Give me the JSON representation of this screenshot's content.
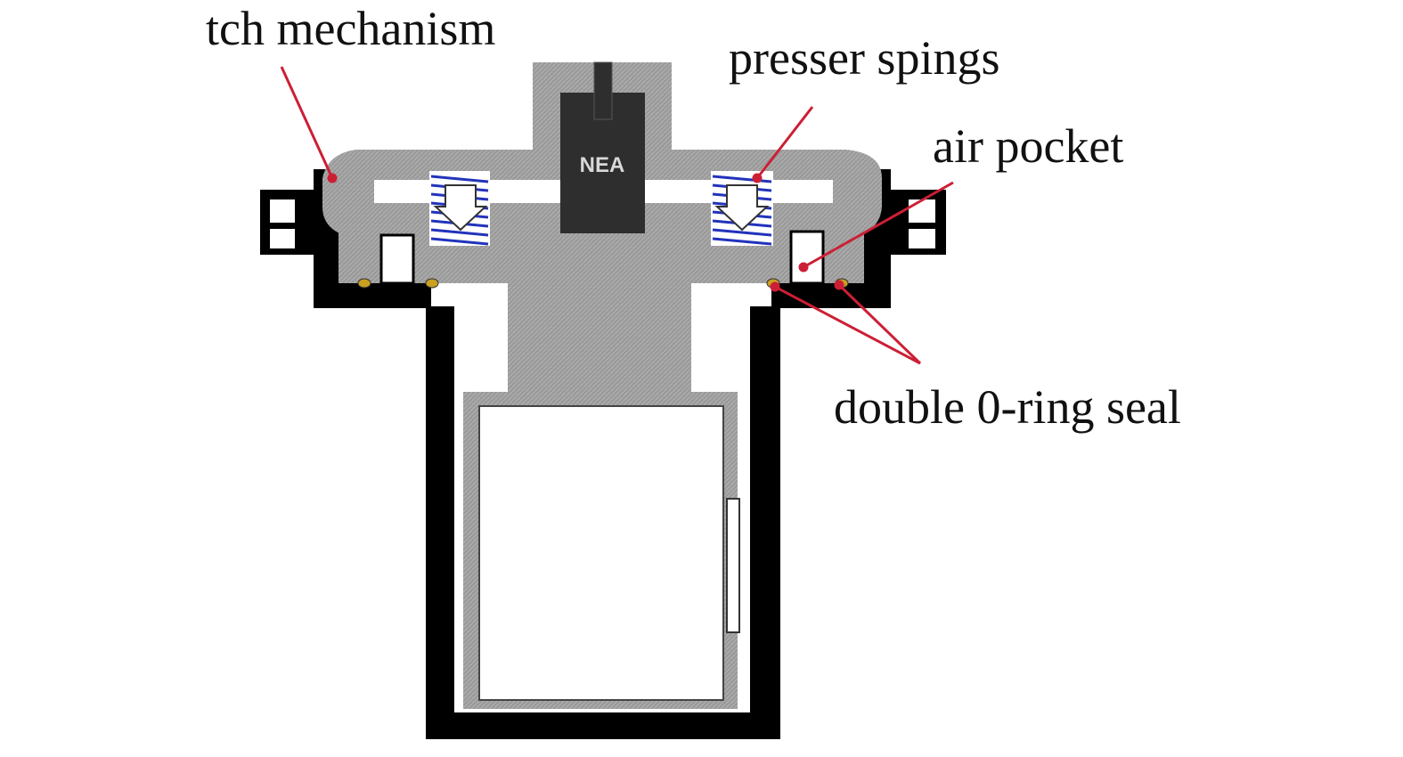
{
  "labels": {
    "latch": "tch mechanism",
    "springs": "presser spings",
    "air_pocket": "air pocket",
    "seal": "double 0-ring seal",
    "device": "NEA"
  },
  "colors": {
    "housing": "#000000",
    "lid": "#9c9c9c",
    "body": "#8f8f8f",
    "spring": "#2233bb",
    "leader_line": "#cc1f35",
    "oring": "#c9a020",
    "nea_block": "#2e2e2e"
  }
}
